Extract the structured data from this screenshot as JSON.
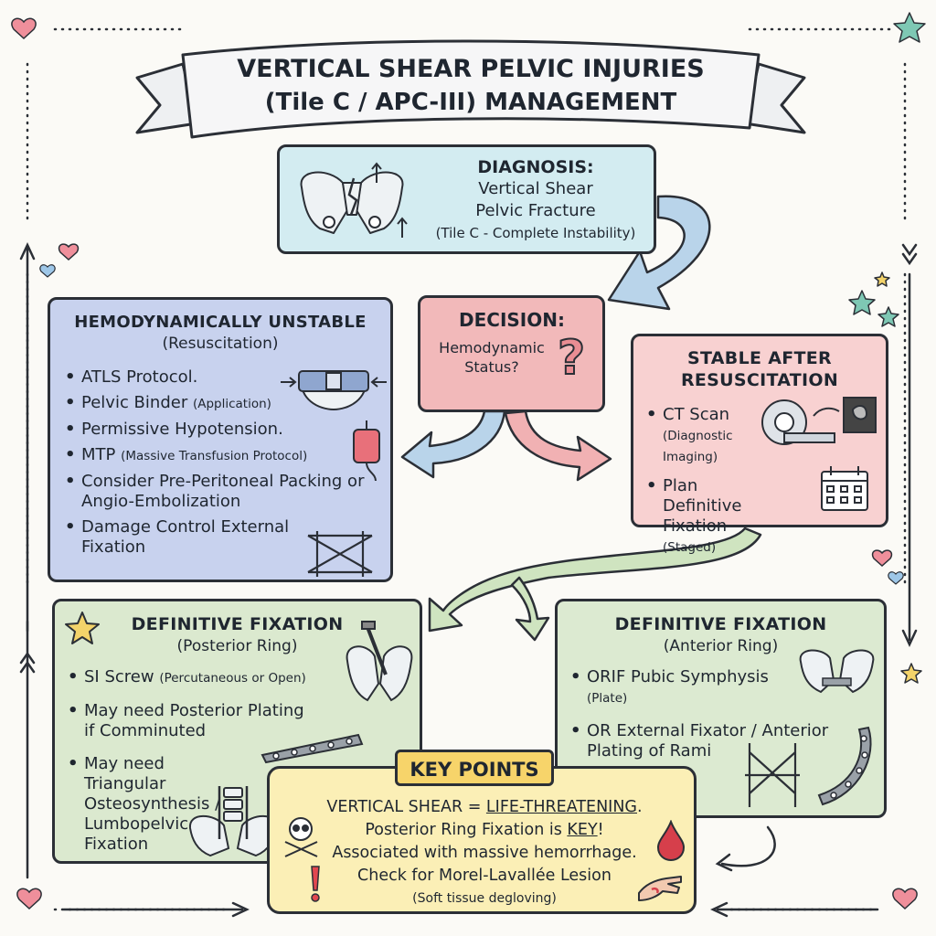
{
  "title": {
    "line1": "VERTICAL SHEAR PELVIC INJURIES",
    "line2": "(Tile C / APC-III) MANAGEMENT"
  },
  "diagnosis": {
    "head": "DIAGNOSIS:",
    "line1": "Vertical Shear",
    "line2": "Pelvic Fracture",
    "line3": "(Tile C - Complete Instability)"
  },
  "decision": {
    "head": "DECISION:",
    "line1": "Hemodynamic",
    "line2": "Status?",
    "mark": "?"
  },
  "unstable": {
    "head": "HEMODYNAMICALLY UNSTABLE",
    "sub": "(Resuscitation)",
    "items": [
      {
        "main": "ATLS Protocol.",
        "note": ""
      },
      {
        "main": "Pelvic Binder",
        "note": "(Application)"
      },
      {
        "main": "Permissive Hypotension.",
        "note": ""
      },
      {
        "main": "MTP",
        "note": "(Massive Transfusion Protocol)"
      },
      {
        "main": "Consider Pre-Peritoneal Packing or Angio-Embolization",
        "note": ""
      },
      {
        "main": "Damage Control External Fixation",
        "note": ""
      }
    ]
  },
  "stable": {
    "head1": "STABLE AFTER",
    "head2": "RESUSCITATION",
    "items": [
      {
        "main": "CT Scan",
        "note": "(Diagnostic Imaging)"
      },
      {
        "main": "Plan Definitive Fixation",
        "note": "(Staged)"
      }
    ]
  },
  "posterior": {
    "head": "DEFINITIVE FIXATION",
    "sub": "(Posterior Ring)",
    "items": [
      {
        "main": "SI Screw",
        "note": "(Percutaneous or Open)"
      },
      {
        "main": "May need Posterior Plating if Comminuted",
        "note": ""
      },
      {
        "main": "May need Triangular Osteosynthesis / Lumbopelvic Fixation",
        "note": ""
      }
    ]
  },
  "anterior": {
    "head": "DEFINITIVE FIXATION",
    "sub": "(Anterior Ring)",
    "items": [
      {
        "main": "ORIF Pubic Symphysis",
        "note": "(Plate)"
      },
      {
        "main": "OR External Fixator / Anterior Plating of Rami",
        "note": ""
      }
    ]
  },
  "keypoints": {
    "label": "KEY POINTS",
    "line1_prefix": "VERTICAL SHEAR = ",
    "line1_emph": "LIFE-THREATENING",
    "line1_suffix": ".",
    "line2_prefix": "Posterior Ring Fixation is ",
    "line2_emph": "KEY",
    "line2_suffix": "!",
    "line3": "Associated with massive hemorrhage.",
    "line4": "Check for Morel-Lavallée Lesion",
    "line5": "(Soft tissue degloving)"
  },
  "colors": {
    "diagnosis": "#d3ecf1",
    "decision": "#f2b9ba",
    "unstable": "#c8d2ee",
    "stable": "#f8d1d1",
    "posterior": "#dbe9cf",
    "anterior": "#dcead1",
    "keypoints": "#fbefb6",
    "label": "#f7d46a",
    "arrow_blue": "#b9d4ea",
    "arrow_red": "#f1b1b3",
    "arrow_green": "#cfe4c0",
    "heart": "#ef8f9b",
    "star_teal": "#7ec8b4",
    "star_yellow": "#f3d36a"
  }
}
